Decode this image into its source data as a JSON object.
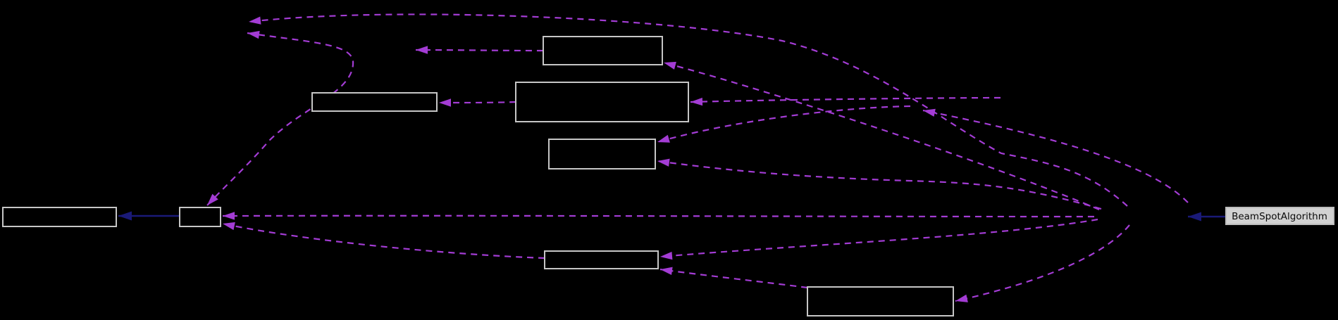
{
  "diagram": {
    "type": "collaboration-graph",
    "background_color": "#000000",
    "colors": {
      "usage_edge": "#a33cd4",
      "inheritance_edge": "#1a1a78",
      "node_border": "#c6c6c6",
      "node_fill": "#000000",
      "highlight_node_fill": "#d2d2d2",
      "highlight_node_border": "#bdbdbd",
      "highlight_node_text": "#0a0a0a"
    },
    "nodes": [
      {
        "id": "node-top",
        "label": ""
      },
      {
        "id": "node-left-mid",
        "label": ""
      },
      {
        "id": "node-center",
        "label": ""
      },
      {
        "id": "node-mid",
        "label": ""
      },
      {
        "id": "node-far-left",
        "label": ""
      },
      {
        "id": "node-small",
        "label": ""
      },
      {
        "id": "node-lower-mid",
        "label": ""
      },
      {
        "id": "node-bottom",
        "label": ""
      },
      {
        "id": "node-beamspot",
        "label": "BeamSpotAlgorithm"
      }
    ],
    "edges": [
      {
        "id": "edge-top-arc",
        "style": "dashed"
      },
      {
        "id": "edge-hairpin-to-small-box",
        "style": "dashed"
      },
      {
        "id": "edge-from-top-box-left",
        "style": "dashed"
      },
      {
        "id": "edge-to-top-box",
        "style": "dashed"
      },
      {
        "id": "edge-center-to-left-mid",
        "style": "dashed"
      },
      {
        "id": "edge-to-center-box",
        "style": "dashed"
      },
      {
        "id": "edge-upper-right-diagonal",
        "style": "dashed"
      },
      {
        "id": "edge-to-mid-box-upper",
        "style": "dashed"
      },
      {
        "id": "edge-to-mid-box-lower",
        "style": "dashed"
      },
      {
        "id": "edge-long-horizontal",
        "style": "dashed"
      },
      {
        "id": "edge-lowermid-to-small-box",
        "style": "dashed"
      },
      {
        "id": "edge-to-lower-mid-upper",
        "style": "dashed"
      },
      {
        "id": "edge-bottom-to-lower-mid",
        "style": "dashed"
      },
      {
        "id": "edge-right-c-arc-to-bottom",
        "style": "dashed"
      },
      {
        "id": "edge-small-to-far-left",
        "style": "solid-inheritance"
      },
      {
        "id": "edge-beamspot-inheritance",
        "style": "solid-inheritance"
      }
    ]
  }
}
